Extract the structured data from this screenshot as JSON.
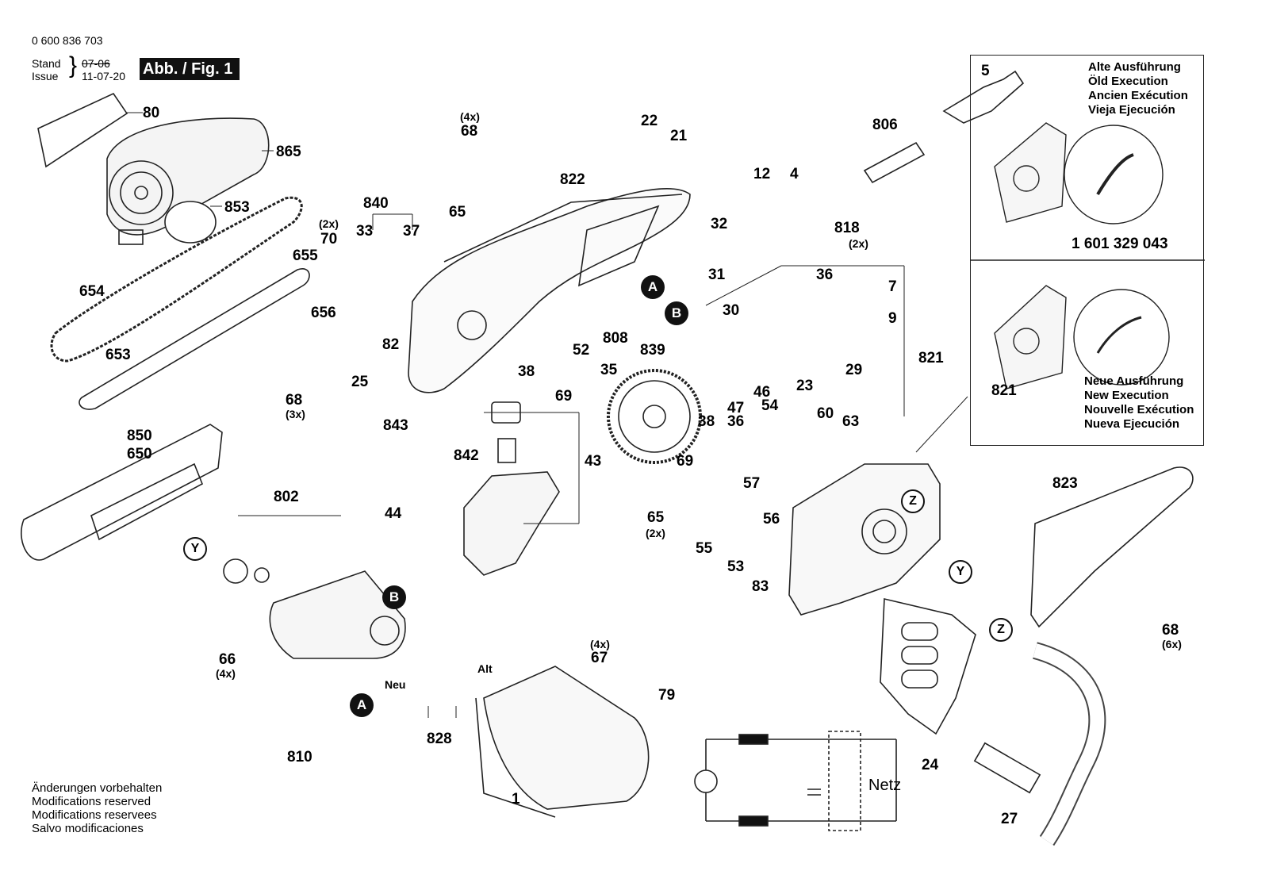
{
  "header": {
    "doc_number": "0 600 836 703",
    "stand_label": "Stand",
    "issue_label": "Issue",
    "stand_date": "07-06",
    "issue_date": "11-07-20",
    "figure_label": "Abb. / Fig. 1"
  },
  "parts": {
    "p80": "80",
    "p865": "865",
    "p853": "853",
    "p654": "654",
    "p653": "653",
    "p850": "850",
    "p650": "650",
    "p840": "840",
    "p33": "33",
    "p37": "37",
    "p70": "70",
    "p655": "655",
    "p656": "656",
    "p82": "82",
    "p25": "25",
    "p68a": "68",
    "p68b": "68",
    "p68c": "68",
    "p65a": "65",
    "p65b": "65",
    "p822": "822",
    "p22": "22",
    "p21": "21",
    "p32": "32",
    "p31": "31",
    "p12": "12",
    "p4": "4",
    "p818": "818",
    "p806": "806",
    "p5": "5",
    "p808": "808",
    "p38a": "38",
    "p38b": "38",
    "p52": "52",
    "p69a": "69",
    "p69b": "69",
    "p35": "35",
    "p839": "839",
    "p843": "843",
    "p842": "842",
    "p43": "43",
    "p44": "44",
    "p36a": "36",
    "p36b": "36",
    "p7": "7",
    "p30": "30",
    "p9": "9",
    "p821a": "821",
    "p821b": "821",
    "p46": "46",
    "p23": "23",
    "p29": "29",
    "p47": "47",
    "p54": "54",
    "p60": "60",
    "p63": "63",
    "p57": "57",
    "p56": "56",
    "p55": "55",
    "p53": "53",
    "p83": "83",
    "p823": "823",
    "p802": "802",
    "p66": "66",
    "p810": "810",
    "p828": "828",
    "p67": "67",
    "p79": "79",
    "p1": "1",
    "p24": "24",
    "p27": "27"
  },
  "quantities": {
    "q70": "(2x)",
    "q68a": "(4x)",
    "q68b": "(3x)",
    "q68c": "(6x)",
    "q818": "(2x)",
    "q65": "(2x)",
    "q66": "(4x)",
    "q67": "(4x)"
  },
  "markers": {
    "A": "A",
    "B": "B",
    "Y": "Y",
    "Z": "Z"
  },
  "bearing_labels": {
    "new": "Neu",
    "old": "Alt"
  },
  "schematic": {
    "mains_label": "Netz"
  },
  "inset": {
    "old_title": [
      "Alte Ausführung",
      "Öld Execution",
      "Ancien Exécution",
      "Vieja Ejecución"
    ],
    "old_part_number": "1 601 329 043",
    "new_title": [
      "Neue Ausführung",
      "New Execution",
      "Nouvelle Exécution",
      "Nueva Ejecución"
    ]
  },
  "footer": {
    "lines": [
      "Änderungen vorbehalten",
      "Modifications reserved",
      "Modifications reservees",
      "Salvo modificaciones"
    ]
  }
}
